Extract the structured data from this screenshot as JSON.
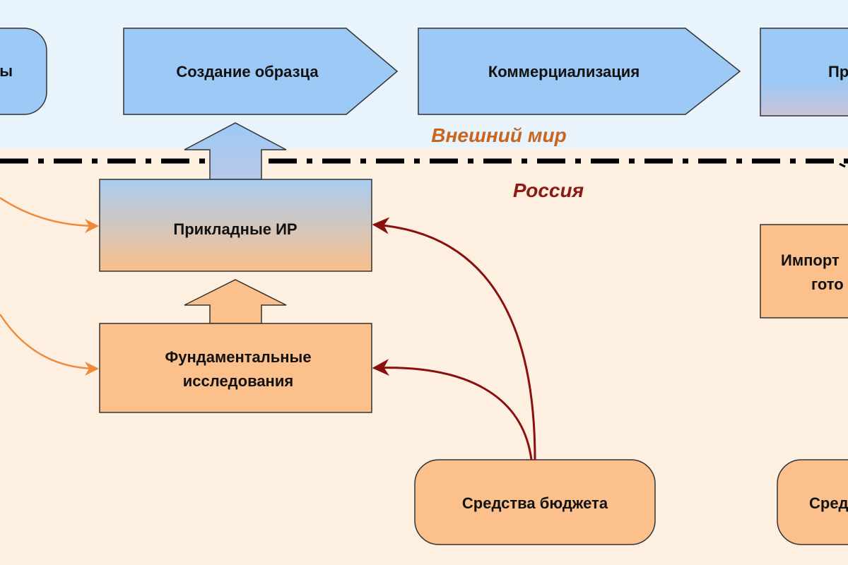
{
  "zones": {
    "outer_label": "Внешний мир",
    "inner_label": "Россия"
  },
  "top_row": {
    "left_partial": "ы",
    "sample_creation": "Создание образца",
    "commercialization": "Коммерциализация",
    "right_partial": "Пр"
  },
  "russia": {
    "applied_rd": "Прикладные ИР",
    "fundamental_line1": "Фундаментальные",
    "fundamental_line2": "исследования",
    "budget_funds": "Средства бюджета",
    "import_line1": "Импорт",
    "import_line2": "гото",
    "right_bottom_partial": "Сред"
  },
  "colors": {
    "outer_background": "#e8f3fb",
    "inner_background": "#fdf0e1",
    "blue_box": "#9cc9f5",
    "orange_box": "#fbc08b",
    "outer_label_color": "#c8651e",
    "inner_label_color": "#8a1a12",
    "orange_arrow": "#ee8a3a",
    "red_arrow": "#8a1010"
  }
}
